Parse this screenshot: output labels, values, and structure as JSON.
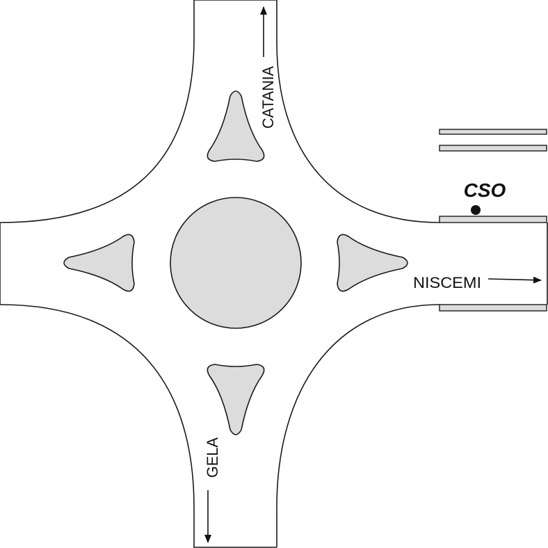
{
  "labels": {
    "north": "CATANIA",
    "east": "NISCEMI",
    "south": "GELA",
    "station": "CSO"
  },
  "colors": {
    "island_fill": "#dcdcdc",
    "stroke": "#1a1a1a",
    "station_dot": "#111111"
  }
}
